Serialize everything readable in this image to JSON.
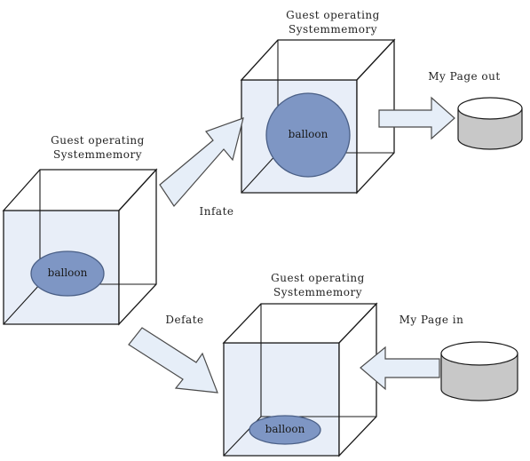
{
  "colors": {
    "cube_face": "#e8eef8",
    "cube_stroke": "#1a1a1a",
    "balloon_fill": "#7e96c4",
    "balloon_stroke": "#4a5f86",
    "arrow_fill": "#e6eef8",
    "arrow_stroke": "#4a4a4a",
    "disk_top": "#ffffff",
    "disk_side": "#c8c8c8"
  },
  "labels": {
    "left_cube_line1": "Guest operating",
    "left_cube_line2": "Systemmemory",
    "top_cube_line1": "Guest operating",
    "top_cube_line2": "Systemmemory",
    "bottom_cube_line1": "Guest operating",
    "bottom_cube_line2": "Systemmemory",
    "inflate": "Infate",
    "deflate": "Defate",
    "page_out": "My Page out",
    "page_in": "My Page in",
    "balloon_left": "balloon",
    "balloon_top": "balloon",
    "balloon_bottom": "balloon"
  }
}
